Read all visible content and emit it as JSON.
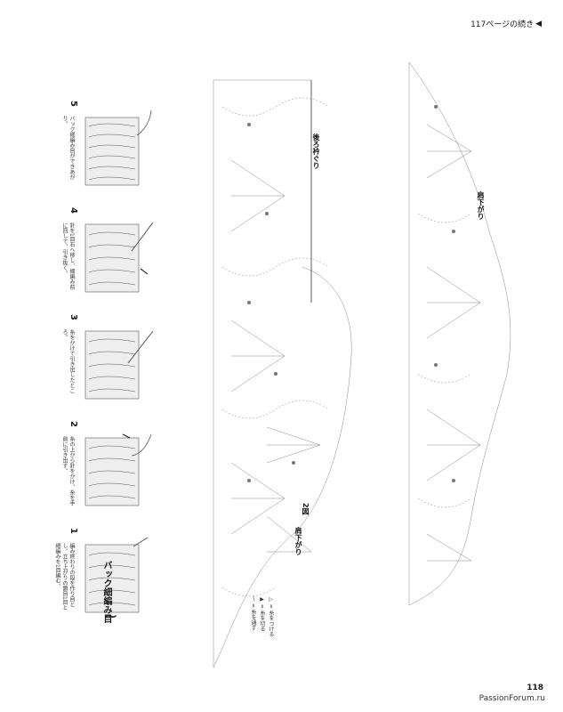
{
  "header": {
    "continued": "117ページの続き",
    "arrow_glyph": "◀"
  },
  "page_number": "118",
  "watermark": "PassionForum.ru",
  "title": "バック細編み目",
  "symbol": "~",
  "steps": [
    {
      "num": "1",
      "text": "編み終わりの段を作り目とし、立ち上がりの鎖目1目と細編みを1目編む。"
    },
    {
      "num": "2",
      "text": "糸の上から針をかけ、糸を手前に引き出す。"
    },
    {
      "num": "3",
      "text": "糸をかけて引き出したところ。"
    },
    {
      "num": "4",
      "text": "針を1目右へ移し、細編み前に回して、引き抜く。"
    },
    {
      "num": "5",
      "text": "バック細編み目ができあがり。"
    }
  ],
  "chart_labels": {
    "back_collar": "後ろ衿ぐり",
    "shoulder_left": "肩下がり",
    "shoulder_right": "肩下がり",
    "figure2": "2図"
  },
  "legend": {
    "line1": "▷ = 糸をつける",
    "line2": "▶ = 糸を切る",
    "line3": "〜 = 糸を通す"
  }
}
